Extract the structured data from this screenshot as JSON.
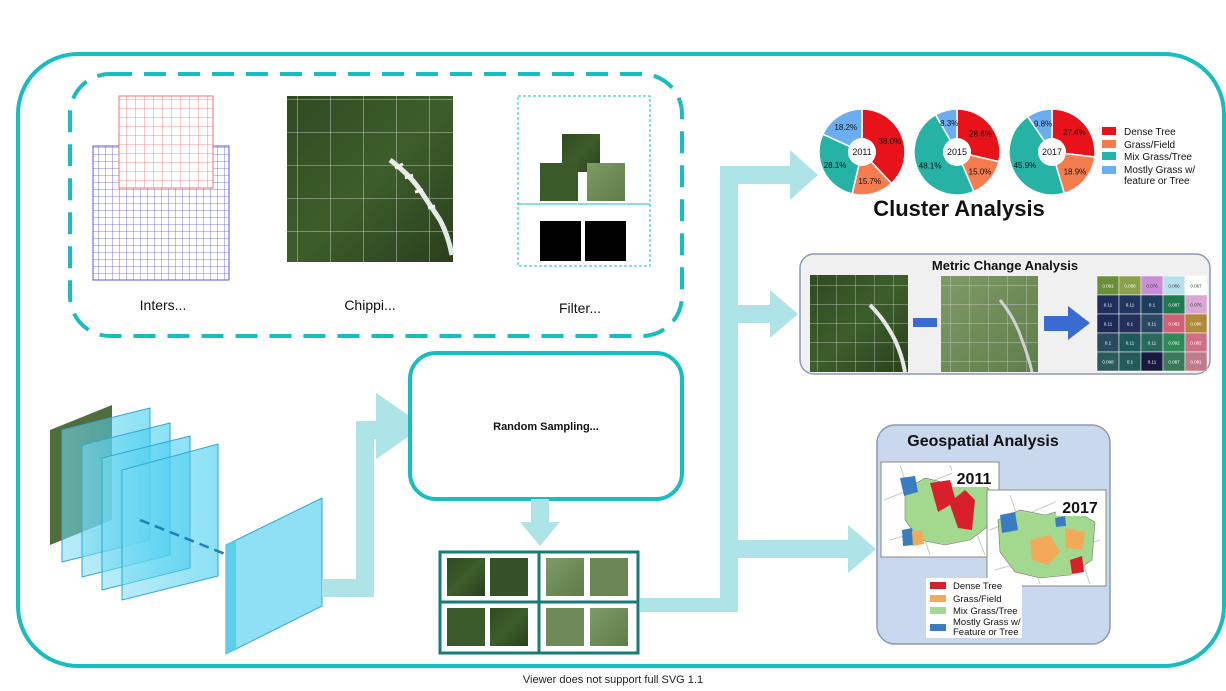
{
  "labels": {
    "intersect": "Inters...",
    "chipping": "Chippi...",
    "filter": "Filter...",
    "random_sampling": "Random Sampling...",
    "footer_note": "Viewer does not support full SVG 1.1"
  },
  "cluster_analysis": {
    "title": "Cluster Analysis",
    "legend": [
      "Dense Tree",
      "Grass/Field",
      "Mix Grass/Tree",
      "Mostly Grass w/ feature or Tree"
    ],
    "colors": [
      "#e8121b",
      "#f47c4f",
      "#26b3a5",
      "#6aaef0"
    ],
    "charts": [
      {
        "year": "2011",
        "values": [
          38.0,
          15.7,
          28.1,
          18.2
        ],
        "labels": [
          "38.0%",
          "15.7%",
          "28.1%",
          "18.2%"
        ]
      },
      {
        "year": "2015",
        "values": [
          28.6,
          15.0,
          48.1,
          8.3
        ],
        "labels": [
          "28.6%",
          "15.0%",
          "48.1%",
          "8.3%"
        ]
      },
      {
        "year": "2017",
        "values": [
          27.4,
          18.9,
          45.9,
          9.8
        ],
        "labels": [
          "27.4%",
          "18.9%",
          "45.9%",
          "9.8%"
        ]
      }
    ]
  },
  "metric_change": {
    "title": "Metric Change Analysis",
    "matrix": [
      [
        "0.091",
        "0.088",
        "0.076",
        "0.066",
        "0.067"
      ],
      [
        "0.11",
        "0.11",
        "0.1",
        "0.087",
        "0.076"
      ],
      [
        "0.11",
        "0.1",
        "0.11",
        "0.082",
        "0.088"
      ],
      [
        "0.1",
        "0.11",
        "0.11",
        "0.092",
        "0.082"
      ],
      [
        "0.098",
        "0.1",
        "0.11",
        "0.087",
        "0.081"
      ]
    ],
    "matrix_colors": [
      [
        "#6b8e3a",
        "#8aa04a",
        "#c98fd6",
        "#b7e0ea",
        "#ffffff"
      ],
      [
        "#1f2f5a",
        "#20365e",
        "#1d3e5e",
        "#1f7a4f",
        "#d9a7d6"
      ],
      [
        "#1c2a55",
        "#25305a",
        "#2a4a63",
        "#d06078",
        "#b08a3a"
      ],
      [
        "#2a4a60",
        "#1e5a5a",
        "#2a6a5a",
        "#2f8a5a",
        "#d07088"
      ],
      [
        "#2d5a5a",
        "#255a5a",
        "#1a1a40",
        "#3a7a5a",
        "#c07a8a"
      ]
    ]
  },
  "geospatial": {
    "title": "Geospatial Analysis",
    "year_a": "2011",
    "year_b": "2017",
    "legend": [
      "Dense Tree",
      "Grass/Field",
      "Mix Grass/Tree",
      "Mostly Grass w/ Feature or Tree"
    ],
    "colors": [
      "#d7202a",
      "#f2aa5a",
      "#a3d98e",
      "#3a7cc0"
    ]
  }
}
